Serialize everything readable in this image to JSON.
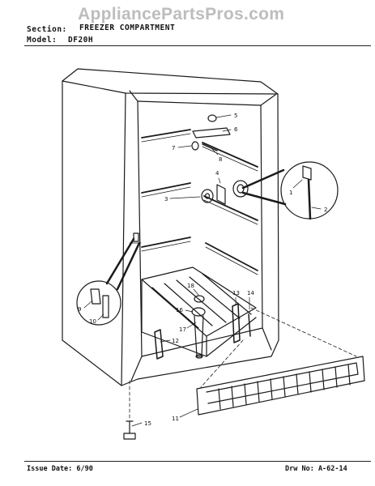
{
  "watermark": "AppliancePartsPros.com",
  "header": {
    "section_label": "Section:",
    "section_value": "FREEZER COMPARTMENT",
    "model_label": "Model:",
    "model_value": "DF20H"
  },
  "footer": {
    "issue_date": "Issue Date: 6/90",
    "drawing_no": "Drw No: A-62-14"
  },
  "callouts": [
    "1",
    "2",
    "3",
    "4",
    "5",
    "6",
    "7",
    "8",
    "9",
    "10",
    "11",
    "12",
    "13",
    "14",
    "15",
    "16",
    "17",
    "18"
  ]
}
